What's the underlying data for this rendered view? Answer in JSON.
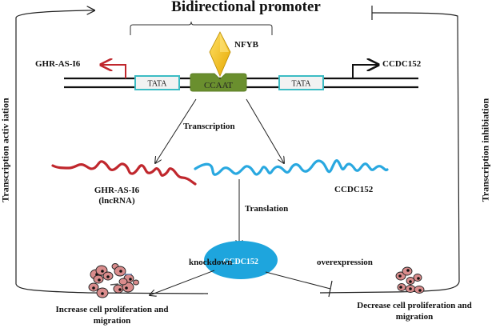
{
  "title": "Bidirectional promoter",
  "side_labels": {
    "left": "Transcription activ iation",
    "right": "Transcription inhibiation"
  },
  "promoter": {
    "factor": "NFYB",
    "elements": [
      "TATA",
      "CCAAT",
      "TATA"
    ],
    "left_gene": "GHR-AS-I6",
    "right_gene": "CCDC152"
  },
  "process": {
    "transcription": "Transcription",
    "translation": "Translation",
    "lncrna_name": "GHR-AS-I6",
    "lncrna_type": "(lncRNA)",
    "mrna_name": "CCDC152",
    "protein": "CCDC152"
  },
  "outcomes": {
    "knockdown_label": "knockdown",
    "overexpression_label": "overexpression",
    "knockdown_effect_line1": "Increase cell proliferation and",
    "knockdown_effect_line2": "migration",
    "overexpression_effect_line1": "Decrease cell proliferation and",
    "overexpression_effect_line2": "migration"
  },
  "colors": {
    "lncrna": "#c0272d",
    "mrna": "#29a8e0",
    "protein": "#1ea5dd",
    "ccaat_box": "#6a8f2e",
    "tata_border": "#3cbcc4",
    "nfyb_diamond": "#f2b705",
    "cell_fill": "#d98c8c"
  }
}
